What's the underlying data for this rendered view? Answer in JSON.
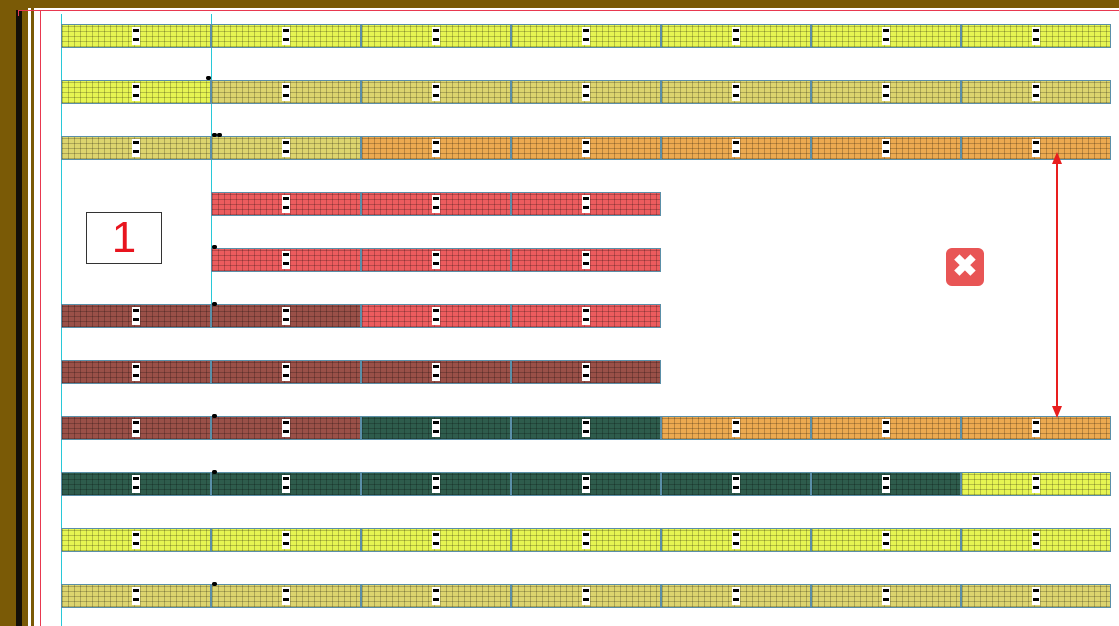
{
  "zone_label": "1",
  "close_glyph": "✖",
  "colors": {
    "wall": "#7a5a06",
    "wall_dark": "#141008",
    "margin_line": "#e8384f",
    "guide_line": "#28c8d8",
    "cell_border": "#5a8fa8",
    "label_text": "#e8141e",
    "close_button": "#e85555",
    "arrow": "#e81e1e"
  },
  "row_color_keys": [
    [
      "Y",
      "Y",
      "Y",
      "Y",
      "Y",
      "Y",
      "Y"
    ],
    [
      "Y",
      "K",
      "K",
      "K",
      "K",
      "K",
      "K"
    ],
    [
      "K",
      "K",
      "O",
      "O",
      "O",
      "O",
      "O"
    ],
    [
      "_",
      "R",
      "R",
      "R",
      "_",
      "_",
      "_"
    ],
    [
      "_",
      "R",
      "R",
      "R",
      "_",
      "_",
      "_"
    ],
    [
      "B",
      "B",
      "R",
      "R",
      "_",
      "_",
      "_"
    ],
    [
      "B",
      "B",
      "B",
      "B",
      "_",
      "_",
      "_"
    ],
    [
      "B",
      "B",
      "G",
      "G",
      "O",
      "O",
      "O"
    ],
    [
      "G",
      "G",
      "G",
      "G",
      "G",
      "G",
      "Y"
    ],
    [
      "Y",
      "Y",
      "Y",
      "Y",
      "Y",
      "Y",
      "Y"
    ],
    [
      "K",
      "K",
      "K",
      "K",
      "K",
      "K",
      "K"
    ]
  ],
  "palette": {
    "Y": "#e6f552",
    "K": "#dcd46e",
    "O": "#eca950",
    "R": "#ec5c5e",
    "B": "#9a5048",
    "G": "#2e5c4c"
  },
  "icons": {
    "close": "close-icon",
    "arrow": "double-arrow-icon"
  }
}
